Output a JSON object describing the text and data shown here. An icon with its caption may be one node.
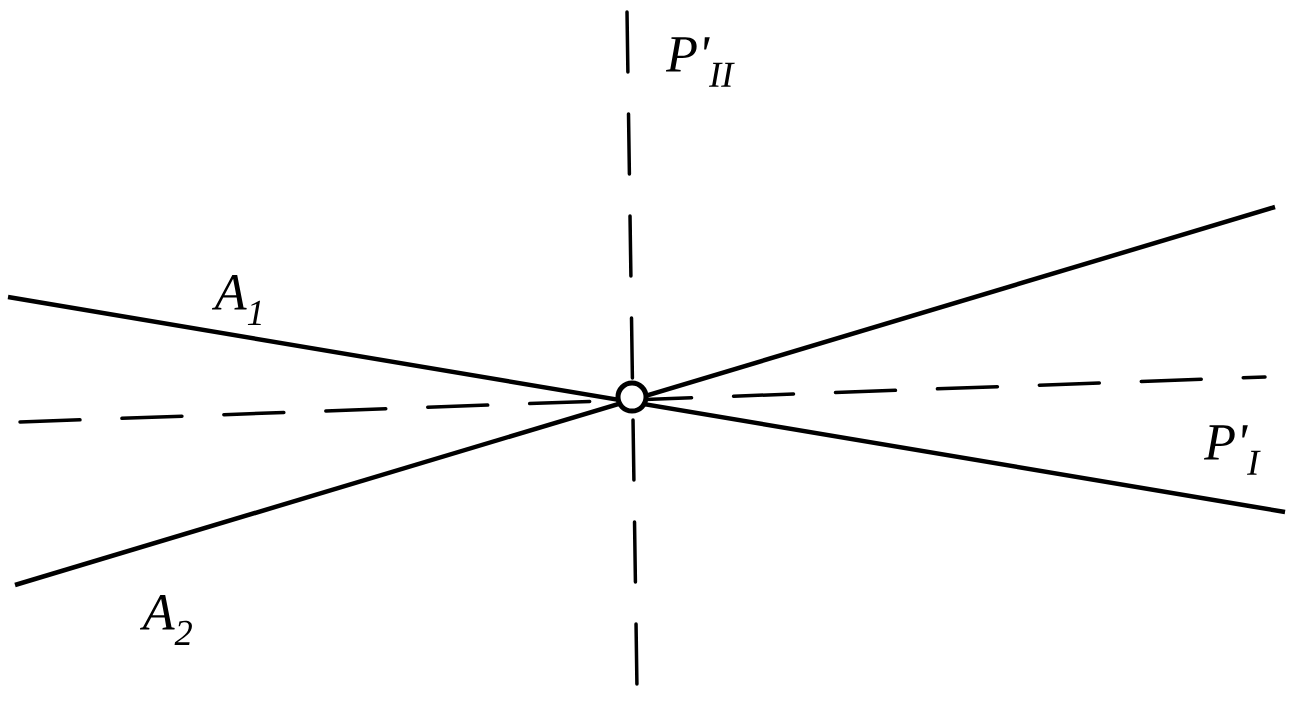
{
  "diagram": {
    "labels": [
      "P'$_{II}$",
      "A$_{1}$",
      "P'$_{I}$",
      "A$_{2}$"
    ]
  }
}
